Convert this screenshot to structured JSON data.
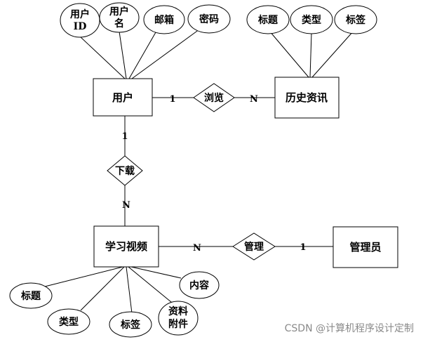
{
  "entities": {
    "user": "用户",
    "history": "历史资讯",
    "video": "学习视频",
    "admin": "管理员"
  },
  "relationships": {
    "browse": "浏览",
    "download": "下载",
    "manage": "管理"
  },
  "attributes": {
    "user_id": [
      "用户",
      "ID"
    ],
    "user_name": [
      "用户",
      "名"
    ],
    "user_email": "邮箱",
    "user_password": "密码",
    "history_title": "标题",
    "history_type": "类型",
    "history_tag": "标签",
    "video_title": "标题",
    "video_type": "类型",
    "video_tag": "标签",
    "video_attachment": [
      "资料",
      "附件"
    ],
    "video_content": "内容"
  },
  "cardinalities": {
    "user_browse": "1",
    "browse_history": "N",
    "user_download": "1",
    "download_video": "N",
    "video_manage": "N",
    "manage_admin": "1"
  },
  "watermark": "CSDN @计算机程序设计定制"
}
